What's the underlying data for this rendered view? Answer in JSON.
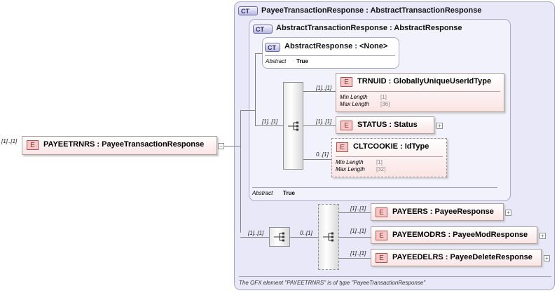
{
  "root": {
    "multiplicity": "[1]..[1]",
    "badge": "E",
    "label": "PAYEETRNRS : PayeeTransactionResponse"
  },
  "outer_ct": {
    "badge": "CT",
    "label": "PayeeTransactionResponse : AbstractTransactionResponse"
  },
  "mid_ct": {
    "badge": "CT",
    "label": "AbstractTransactionResponse : AbstractResponse",
    "abstract_label": "Abstract",
    "abstract_value": "True"
  },
  "inner_ct": {
    "badge": "CT",
    "label": "AbstractResponse : <None>",
    "abstract_label": "Abstract",
    "abstract_value": "True"
  },
  "seq1_multiplicity": "[1]..[1]",
  "trnuid": {
    "multiplicity": "[1]..[1]",
    "badge": "E",
    "label": "TRNUID  : GloballyUniqueUserIdType",
    "facet1_label": "Min Length",
    "facet1_value": "[1]",
    "facet2_label": "Max Length",
    "facet2_value": "[36]"
  },
  "status": {
    "multiplicity": "[1]..[1]",
    "badge": "E",
    "label": "STATUS : Status",
    "expand": "+"
  },
  "cltcookie": {
    "multiplicity": "0..[1]",
    "badge": "E",
    "label": "CLTCOOKIE : IdType",
    "facet1_label": "Min Length",
    "facet1_value": "[1]",
    "facet2_label": "Max Length",
    "facet2_value": "[32]"
  },
  "seq2_multiplicity": "[1]..[1]",
  "choice_multiplicity": "0..[1]",
  "payeers": {
    "multiplicity": "[1]..[1]",
    "badge": "E",
    "label": "PAYEERS : PayeeResponse",
    "expand": "+"
  },
  "payeemodrs": {
    "multiplicity": "[1]..[1]",
    "badge": "E",
    "label": "PAYEEMODRS : PayeeModResponse",
    "expand": "+"
  },
  "payeedelrs": {
    "multiplicity": "[1]..[1]",
    "badge": "E",
    "label": "PAYEEDELRS : PayeeDeleteResponse",
    "expand": "+"
  },
  "root_collapse": "−",
  "caption": "The OFX element \"PAYEETRNRS\" is of type \"PayeeTransactionResponse\"",
  "colors": {
    "ct_fill": "#e8e8f8",
    "element_fill": "#fbe4e4",
    "element_badge": "#f6c8c8"
  }
}
